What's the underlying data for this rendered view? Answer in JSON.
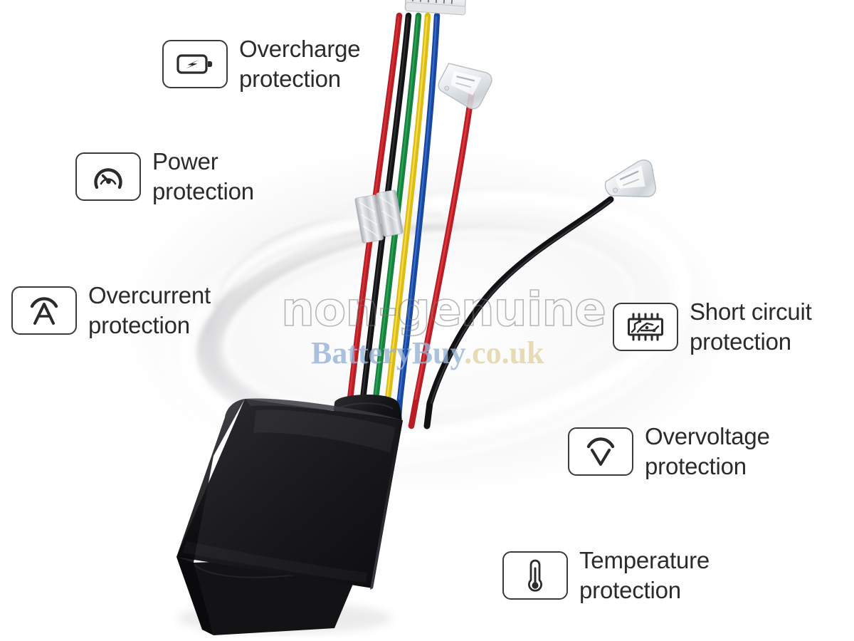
{
  "page": {
    "title": "Battery protection features infographic",
    "background_color": "#ffffff",
    "text_color": "#2b2b2b",
    "border_color": "#3a3a3a"
  },
  "watermark": {
    "line1": "non-genuine",
    "line2_brand": "BatteryBuy",
    "line2_tld": ".co.uk",
    "line1_color": "#787878",
    "brand_color": "#96b3d6",
    "tld_color": "#e2d6aa"
  },
  "features": [
    {
      "id": "overcharge",
      "icon": "battery-bolt-icon",
      "label": "Overcharge\nprotection",
      "line1": "Overcharge",
      "line2": "protection",
      "side": "left"
    },
    {
      "id": "power",
      "icon": "gauge-icon",
      "label": "Power\nprotection",
      "line1": "Power",
      "line2": "protection",
      "side": "left"
    },
    {
      "id": "overcurrent",
      "icon": "ampere-arc-icon",
      "label": "Overcurrent\nprotection",
      "line1": "Overcurrent",
      "line2": "protection",
      "side": "left"
    },
    {
      "id": "shortcircuit",
      "icon": "chip-circuit-icon",
      "label": "Short circuit\nprotection",
      "line1": "Short circuit",
      "line2": "protection",
      "side": "right"
    },
    {
      "id": "overvoltage",
      "icon": "volt-arc-icon",
      "label": "Overvoltage\nprotection",
      "line1": "Overvoltage",
      "line2": "protection",
      "side": "right"
    },
    {
      "id": "temperature",
      "icon": "thermometer-icon",
      "label": "Temperature\nprotection",
      "line1": "Temperature",
      "line2": "protection",
      "side": "right"
    }
  ],
  "product": {
    "name": "lithium battery pack with protection circuit",
    "body_color": "#1b1b1d",
    "wires": [
      {
        "name": "red-wire",
        "color": "#cc2229"
      },
      {
        "name": "black-wire",
        "color": "#141414"
      },
      {
        "name": "green-wire",
        "color": "#1c9a4b"
      },
      {
        "name": "yellow-wire",
        "color": "#f2d21d"
      },
      {
        "name": "blue-wire",
        "color": "#1b5fc2"
      }
    ],
    "connectors": [
      {
        "name": "jst-ribbon-connector",
        "color": "#f2f2f2"
      },
      {
        "name": "clear-red-connector",
        "color": "#e6e9ec"
      },
      {
        "name": "clear-black-connector",
        "color": "#e3e6e9"
      }
    ],
    "foil_tape_color": "#c9cdd1"
  }
}
